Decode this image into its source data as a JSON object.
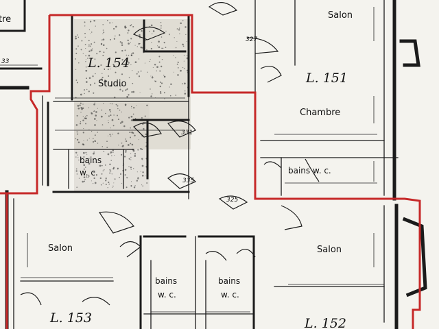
{
  "units": {
    "l154": "L. 154",
    "l151": "L. 151",
    "l153": "L. 153",
    "l152": "L. 152"
  },
  "rooms": {
    "tre": "tre",
    "salon_top": "Salon",
    "studio": "Studio",
    "chambre": "Chambre",
    "salon_left": "Salon",
    "salon_right": "Salon"
  },
  "bath_labels": {
    "bains": "bains",
    "wc": "w. c.",
    "bains_wc_right": "bains   w. c."
  },
  "dimensions": {
    "d327": "327",
    "d331": "331",
    "d335": "335",
    "d325": "325",
    "d33": "33"
  },
  "colors": {
    "outline": "#c62828",
    "ink": "#1b1b1b",
    "paper": "#f4f3ee"
  }
}
